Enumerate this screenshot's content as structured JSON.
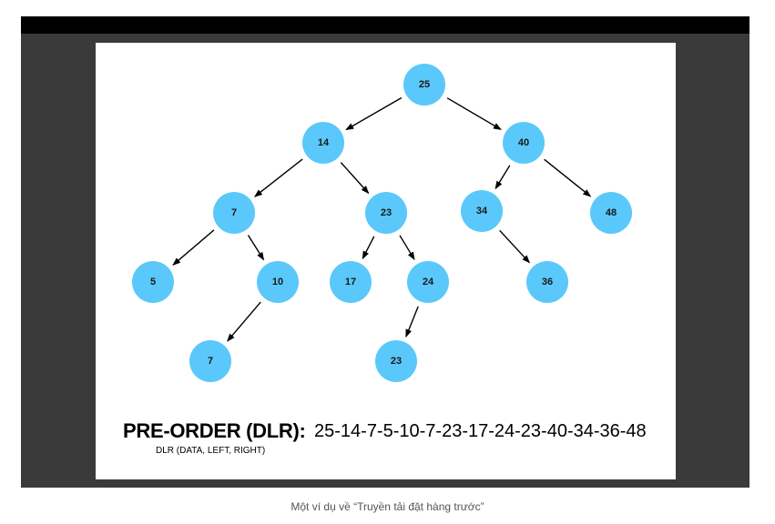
{
  "diagram": {
    "nodes": [
      {
        "id": "n25",
        "label": "25"
      },
      {
        "id": "n14",
        "label": "14"
      },
      {
        "id": "n40",
        "label": "40"
      },
      {
        "id": "n7a",
        "label": "7"
      },
      {
        "id": "n23a",
        "label": "23"
      },
      {
        "id": "n34",
        "label": "34"
      },
      {
        "id": "n48",
        "label": "48"
      },
      {
        "id": "n5",
        "label": "5"
      },
      {
        "id": "n10",
        "label": "10"
      },
      {
        "id": "n17",
        "label": "17"
      },
      {
        "id": "n24",
        "label": "24"
      },
      {
        "id": "n36",
        "label": "36"
      },
      {
        "id": "n7b",
        "label": "7"
      },
      {
        "id": "n23b",
        "label": "23"
      }
    ],
    "edges": [
      {
        "from": "n25",
        "to": "n14"
      },
      {
        "from": "n25",
        "to": "n40"
      },
      {
        "from": "n14",
        "to": "n7a"
      },
      {
        "from": "n14",
        "to": "n23a"
      },
      {
        "from": "n40",
        "to": "n34"
      },
      {
        "from": "n40",
        "to": "n48"
      },
      {
        "from": "n7a",
        "to": "n5"
      },
      {
        "from": "n7a",
        "to": "n10"
      },
      {
        "from": "n23a",
        "to": "n17"
      },
      {
        "from": "n23a",
        "to": "n24"
      },
      {
        "from": "n34",
        "to": "n36"
      },
      {
        "from": "n10",
        "to": "n7b"
      },
      {
        "from": "n24",
        "to": "n23b"
      }
    ],
    "node_color": "#5ac8fa",
    "edge_color": "#000000",
    "traversal": {
      "label": "PRE-ORDER (DLR):",
      "sequence": "25-14-7-5-10-7-23-17-24-23-40-34-36-48",
      "note": "DLR (DATA, LEFT, RIGHT)"
    }
  },
  "caption": "Một ví dụ về “Truyền tải đặt hàng trước”"
}
